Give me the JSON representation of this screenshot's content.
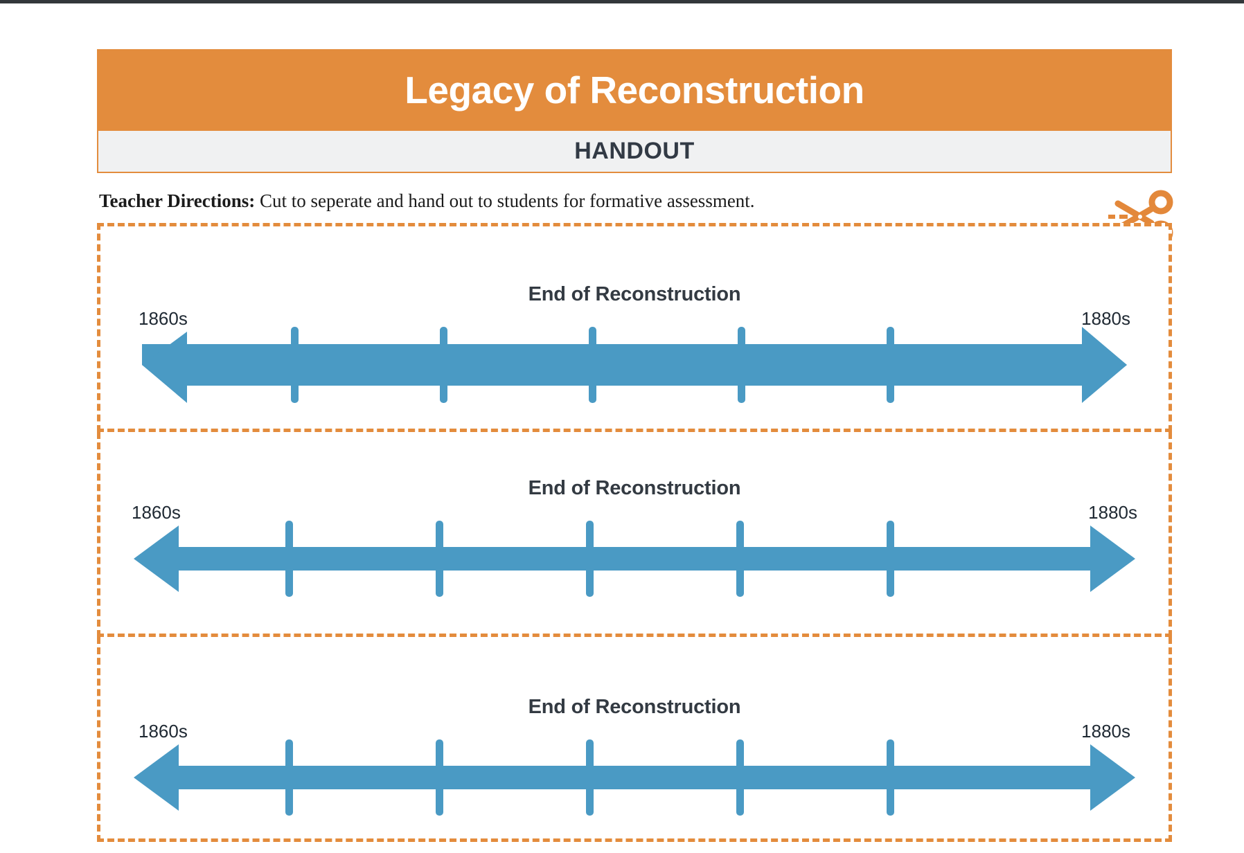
{
  "document": {
    "top_rule_color": "#33373b",
    "header": {
      "title": "Legacy of Reconstruction",
      "subtitle": "HANDOUT",
      "title_bg": "#E38C3D",
      "subtitle_bg": "#F0F1F2",
      "subtitle_text_color": "#323A45"
    },
    "directions": {
      "lead": "Teacher Directions:",
      "body": " Cut to seperate and hand out to students for formative assessment."
    },
    "scissors_icon": "scissors-icon",
    "cut_border_color": "#E38C3D"
  },
  "chart_data": {
    "type": "line",
    "title": "End of Reconstruction",
    "xlabel": "",
    "ylabel": "",
    "x": [
      "1860s",
      "1880s"
    ],
    "tick_count": 5,
    "axis_style": "double-headed-arrow",
    "axis_color": "#4A9AC4",
    "annotations": [
      "End of Reconstruction"
    ],
    "note": "Blank student timeline: horizontal double-headed arrow from 1860s to 1880s with 5 unlabeled tick marks for students to fill in."
  },
  "sections": [
    {
      "id": "timeline-1",
      "title": "End of Reconstruction",
      "left_label": "1860s",
      "right_label": "1880s",
      "ticks": 5
    },
    {
      "id": "timeline-2",
      "title": "End of Reconstruction",
      "left_label": "1860s",
      "right_label": "1880s",
      "ticks": 5
    },
    {
      "id": "timeline-3",
      "title": "End of Reconstruction",
      "left_label": "1860s",
      "right_label": "1880s",
      "ticks": 5
    }
  ]
}
